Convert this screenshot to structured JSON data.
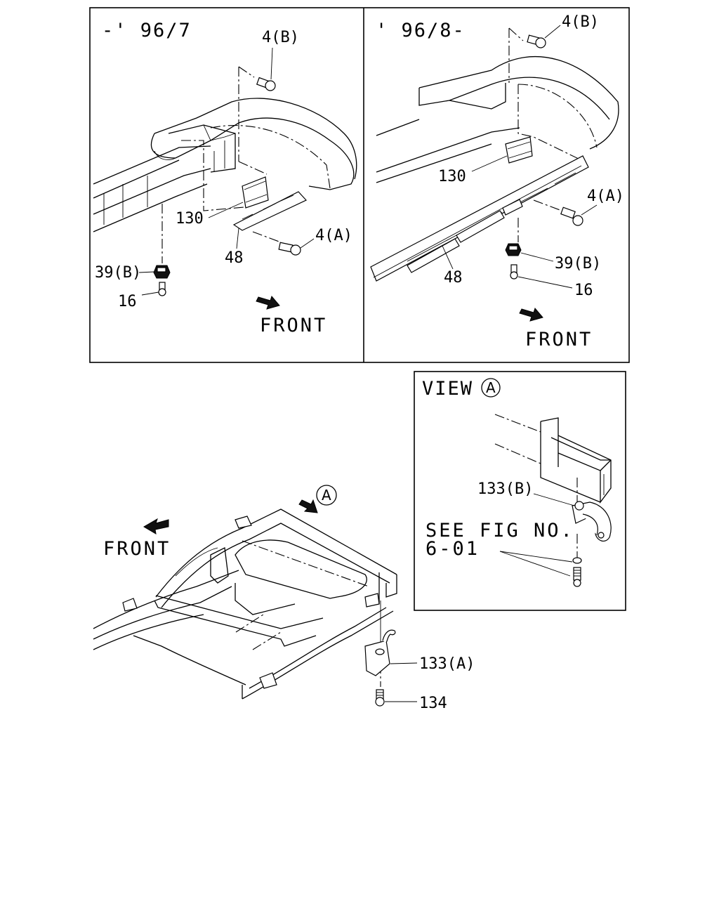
{
  "panel_left": {
    "date_range": "-' 96/7",
    "labels": {
      "bolt_b": "4(B)",
      "bracket": "130",
      "plate": "48",
      "bolt_a": "4(A)",
      "nut": "39(B)",
      "screw": "16",
      "front": "FRONT"
    }
  },
  "panel_right": {
    "date_range": "' 96/8-",
    "labels": {
      "bolt_b": "4(B)",
      "bracket": "130",
      "bolt_a": "4(A)",
      "nut": "39(B)",
      "plate": "48",
      "screw": "16",
      "front": "FRONT"
    }
  },
  "view_panel": {
    "title": "VIEW",
    "circle_letter": "A",
    "hook_label": "133(B)",
    "see_line1": "SEE FIG NO.",
    "see_line2": "6-01"
  },
  "main": {
    "front": "FRONT",
    "circle_letter": "A",
    "hook_label": "133(A)",
    "bolt_label": "134"
  },
  "icons": [
    "front-arrow-icon",
    "bolt-icon",
    "nut-icon",
    "tow-hook-icon",
    "circle-a-icon"
  ]
}
